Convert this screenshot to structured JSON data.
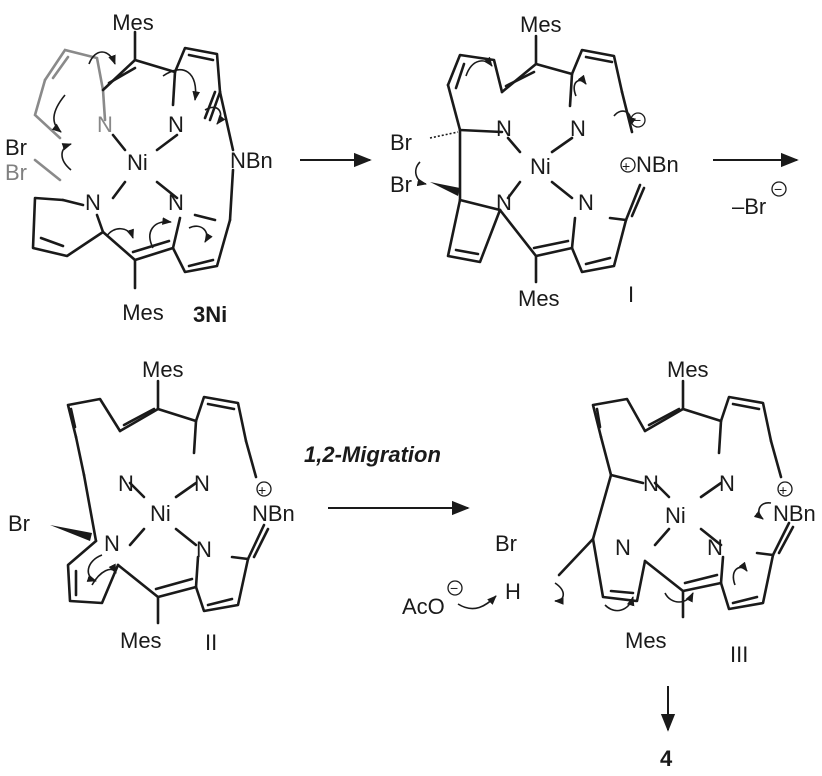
{
  "compounds": {
    "c1": {
      "label": "3Ni",
      "top": "Mes",
      "bottom": "Mes",
      "n_right": "NBn",
      "metal": "Ni",
      "br_black": "Br",
      "br_grey": "Br"
    },
    "c2": {
      "label": "I",
      "top": "Mes",
      "bottom": "Mes",
      "n_right": "NBn",
      "metal": "Ni",
      "br1": "Br",
      "br2": "Br"
    },
    "c3": {
      "label": "II",
      "top": "Mes",
      "bottom": "Mes",
      "n_right": "NBn",
      "metal": "Ni",
      "br": "Br"
    },
    "c4": {
      "label": "III",
      "top": "Mes",
      "bottom": "Mes",
      "n_right": "NBn",
      "metal": "Ni",
      "br": "Br",
      "h": "H"
    }
  },
  "arrows": {
    "a2_below": "–Br",
    "a3_label": "1,2-Migration",
    "product": "4"
  },
  "reagents": {
    "aco": "AcO"
  },
  "atom_n": "N",
  "charges": {
    "plus": "+",
    "minus": "−"
  }
}
